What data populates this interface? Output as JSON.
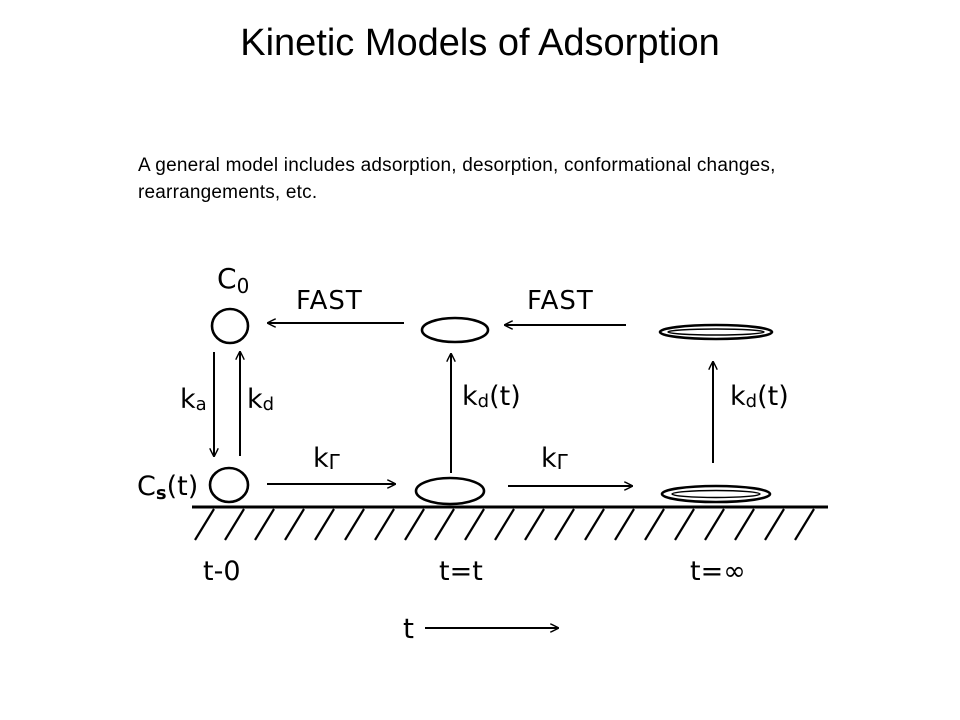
{
  "slide": {
    "title": "Kinetic Models of Adsorption",
    "description": "A general model includes adsorption, desorption, conformational changes, rearrangements, etc."
  },
  "diagram": {
    "labels": {
      "c0": "C",
      "c0_sub": "0",
      "cs": "C",
      "cs_sub": "s",
      "cs_arg": "(t)",
      "ka": "k",
      "ka_sub": "a",
      "kd": "k",
      "kd_sub": "d",
      "kd_t_1": "k",
      "kd_t_1_sub": "d",
      "kd_t_1_arg": "(t)",
      "kd_t_2": "k",
      "kd_t_2_sub": "d",
      "kd_t_2_arg": "(t)",
      "fast_1": "FAST",
      "fast_2": "FAST",
      "kr_1": "k",
      "kr_1_sub": "Γ",
      "kr_2": "k",
      "kr_2_sub": "Γ",
      "time_0": "t-0",
      "time_t": "t=t",
      "time_inf": "t=∞",
      "time_axis": "t"
    }
  }
}
